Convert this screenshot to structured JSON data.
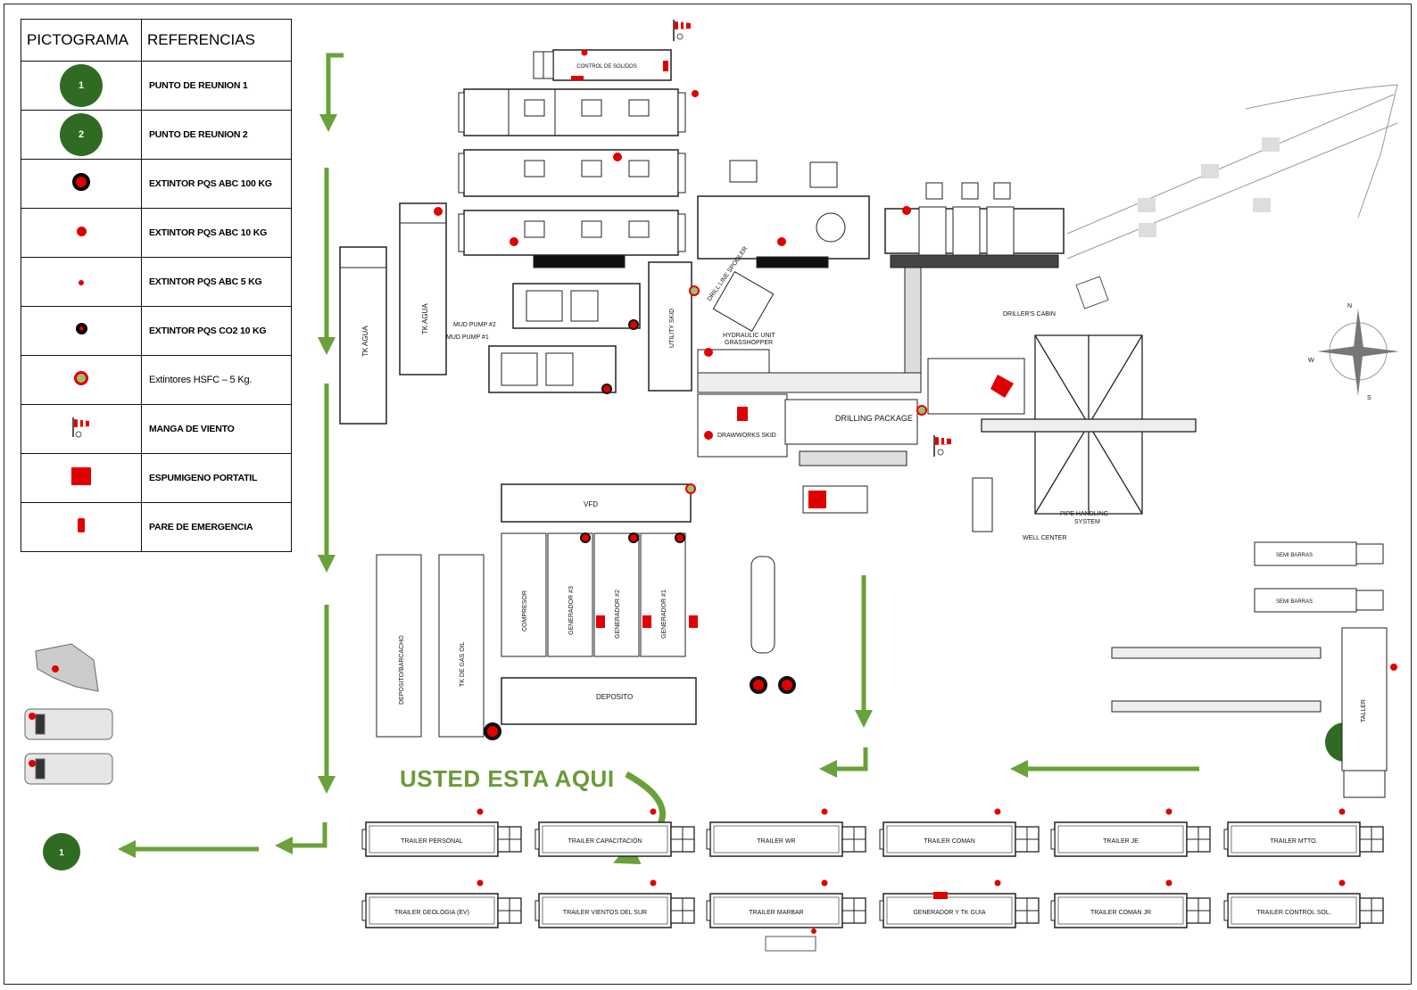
{
  "legend": {
    "header_pictogram": "PICTOGRAMA",
    "header_references": "REFERENCIAS",
    "rows": [
      {
        "icon": "meeting-point-1-icon",
        "number": "1",
        "label": "PUNTO DE REUNION 1"
      },
      {
        "icon": "meeting-point-2-icon",
        "number": "2",
        "label": "PUNTO DE REUNION 2"
      },
      {
        "icon": "extinguisher-pqs-100kg-icon",
        "label": "EXTINTOR PQS ABC 100 KG"
      },
      {
        "icon": "extinguisher-pqs-10kg-icon",
        "label": "EXTINTOR PQS ABC 10 KG"
      },
      {
        "icon": "extinguisher-pqs-5kg-icon",
        "label": "EXTINTOR PQS ABC 5 KG"
      },
      {
        "icon": "extinguisher-co2-10kg-icon",
        "label": "EXTINTOR PQS CO2 10 KG"
      },
      {
        "icon": "extinguisher-hsfc-icon",
        "label": "Extintores HSFC – 5 Kg."
      },
      {
        "icon": "windsock-icon",
        "label": "MANGA DE VIENTO"
      },
      {
        "icon": "portable-foam-icon",
        "label": "ESPUMIGENO PORTATIL"
      },
      {
        "icon": "emergency-stop-icon",
        "label": "PARE DE EMERGENCIA"
      }
    ]
  },
  "you_are_here": "USTED ESTA AQUI",
  "meeting_point_1": "1",
  "meeting_point_2": "2",
  "labels": {
    "control_solidos": "CONTROL DE SOLIDOS",
    "tk_agua_1": "TK AGUA",
    "tk_agua_2": "TK AGUA",
    "mud_pump_2": "MUD PUMP #2",
    "mud_pump_1": "MUD PUMP #1",
    "utility_skid": "UTILITY SKID",
    "drill_line": "DRILL LINE SPOOLER",
    "hydraulic_unit": "HYDRAULIC UNIT",
    "grasshopper": "GRASSHOPPER",
    "drawworks": "DRAWWORKS SKID",
    "drilling_package": "DRILLING PACKAGE",
    "drillers_cabin": "DRILLER'S CABIN",
    "pipe_handling": "PIPE HANDLING",
    "pipe_handling_2": "SYSTEM",
    "well_center": "WELL CENTER",
    "vfd": "VFD",
    "deposito_barcacho": "DEPOSITO/BARCACHO",
    "tk_gas_oil": "TK DE GAS OIL",
    "compresor": "COMPRESOR",
    "generador_3": "GENERADOR #3",
    "generador_2": "GENERADOR #2",
    "generador_1": "GENERADOR #1",
    "deposito": "DEPOSITO",
    "semi_barras_1": "SEMI BARRAS",
    "semi_barras_2": "SEMI BARRAS",
    "taller": "TALLER"
  },
  "trailers_row1": [
    "TRAILER PERSONAL",
    "TRAILER CAPACITACIÓN",
    "TRAILER WR",
    "TRAILER COMAN",
    "TRAILER JE",
    "TRAILER MTTO."
  ],
  "trailers_row2": [
    "TRAILER GEOLOGIA (EV)",
    "TRAILER VIENTOS DEL SUR",
    "TRAILER MARBAR",
    "GENERADOR Y TK GUIA",
    "TRAILER COMAN JR",
    "TRAILER CONTROL SOL."
  ],
  "compass": {
    "n": "N",
    "s": "S",
    "w": "W"
  },
  "colors": {
    "green_arrow": "#6aa13a",
    "meeting_green": "#2f6b22",
    "red": "#e00000",
    "gray": "#555555"
  }
}
